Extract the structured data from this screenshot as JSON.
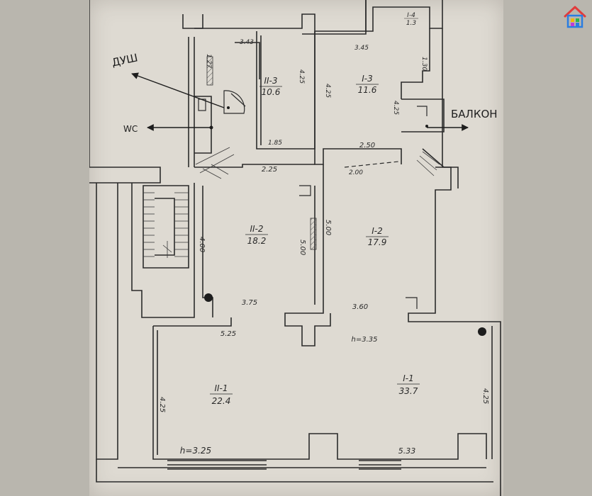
{
  "annotations": {
    "shower": "ДУШ",
    "wc": "WC",
    "balcony": "БАЛКОН"
  },
  "rooms": [
    {
      "id": "II-1",
      "label": "II-1",
      "area": "22.4"
    },
    {
      "id": "II-2",
      "label": "II-2",
      "area": "18.2"
    },
    {
      "id": "II-3",
      "label": "II-3",
      "area": "10.6"
    },
    {
      "id": "I-1",
      "label": "I-1",
      "area": "33.7"
    },
    {
      "id": "I-2",
      "label": "I-2",
      "area": "17.9"
    },
    {
      "id": "I-3",
      "label": "I-3",
      "area": "11.6"
    },
    {
      "id": "I-4",
      "label": "I-4",
      "area": "1.3"
    }
  ],
  "dimensions": {
    "d345": "3.45",
    "d343": "3.43",
    "d127": "1.27",
    "d130": "1.30",
    "d425a": "4.25",
    "d425b": "4.25",
    "d425c": "4.25",
    "d185": "1.85",
    "d225": "2.25",
    "d250": "2.50",
    "d200": "2.00",
    "d400": "4.00",
    "d500a": "5.00",
    "d500b": "5.00",
    "d375": "3.75",
    "d525": "5.25",
    "d360": "3.60",
    "h335": "h=3.35",
    "h325": "h=3.25",
    "d533": "5.33",
    "d425d": "4.25",
    "d425e": "4.25"
  },
  "logo": {
    "icon": "house-icon",
    "colors": [
      "#e23b3b",
      "#f2b705",
      "#2fb34a",
      "#2a7de1",
      "#c13bd6"
    ]
  }
}
